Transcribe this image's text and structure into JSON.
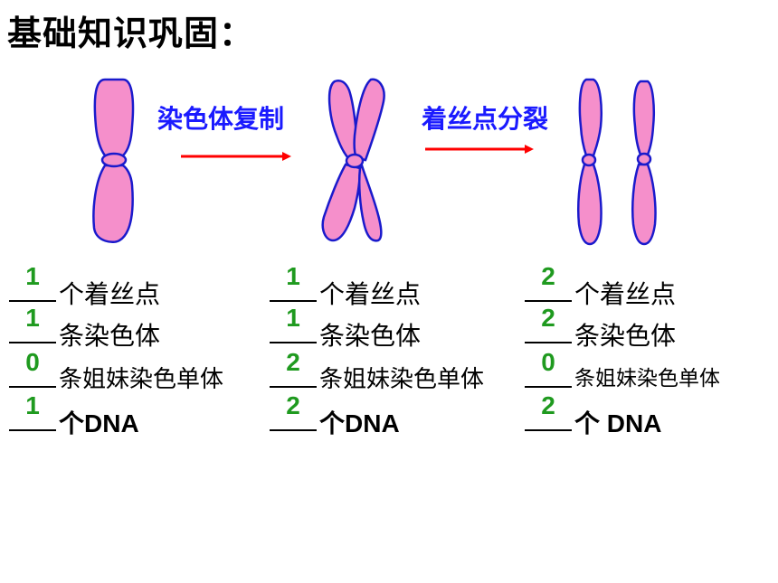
{
  "title": "基础知识巩固：",
  "steps": [
    {
      "label": "染色体复制"
    },
    {
      "label": "着丝点分裂"
    }
  ],
  "columns": [
    {
      "rows": [
        {
          "answer": "1",
          "text": "个着丝点"
        },
        {
          "answer": "1",
          "text": "条染色体"
        },
        {
          "answer": "0",
          "text": "条姐妹染色单体"
        },
        {
          "answer": "1",
          "text": "个DNA"
        }
      ]
    },
    {
      "rows": [
        {
          "answer": "1",
          "text": "个着丝点"
        },
        {
          "answer": "1",
          "text": "条染色体"
        },
        {
          "answer": "2",
          "text": "条姐妹染色单体"
        },
        {
          "answer": "2",
          "text": " 个DNA"
        }
      ]
    },
    {
      "rows": [
        {
          "answer": "2",
          "text": "个着丝点"
        },
        {
          "answer": "2",
          "text": "条染色体"
        },
        {
          "answer": "0",
          "text": "条姐妹染色单体"
        },
        {
          "answer": "2",
          "text": "个 DNA"
        }
      ]
    }
  ],
  "colors": {
    "chromosome_fill": "#f58fcb",
    "chromosome_outline": "#1a1acc",
    "arrow": "#ff0000",
    "step_label": "#1a1aff",
    "answer": "#1f9a1f"
  }
}
